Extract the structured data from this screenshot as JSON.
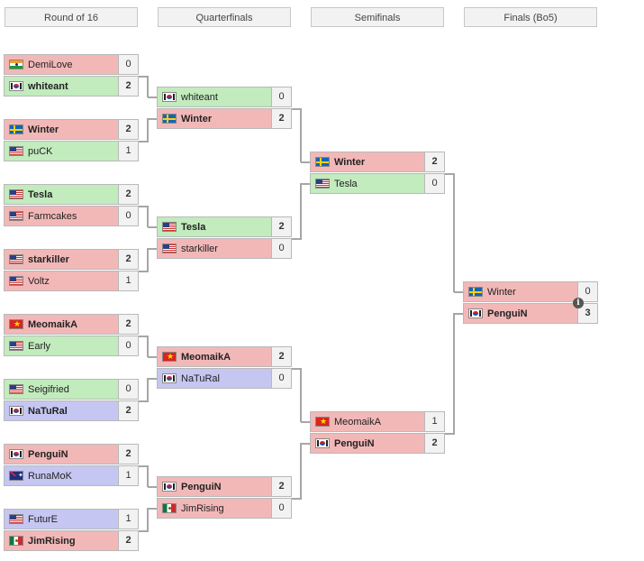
{
  "colors": {
    "win_green": "#c2ebbe",
    "loss_red": "#f2b8b8",
    "neutral_blue": "#c6c6f2",
    "score_bg": "#f2f2f2",
    "connector": "#a6a6a6"
  },
  "rounds": [
    {
      "label": "Round of 16",
      "matches": [
        {
          "players": [
            {
              "name": "DemiLove",
              "flag": "india-flag",
              "score": "0",
              "win": false,
              "bg": "#f2b8b8"
            },
            {
              "name": "whiteant",
              "flag": "korea-flag",
              "score": "2",
              "win": true,
              "bg": "#c2ebbe"
            }
          ]
        },
        {
          "players": [
            {
              "name": "Winter",
              "flag": "sweden-flag",
              "score": "2",
              "win": true,
              "bg": "#f2b8b8"
            },
            {
              "name": "puCK",
              "flag": "usa-flag",
              "score": "1",
              "win": false,
              "bg": "#c2ebbe"
            }
          ]
        },
        {
          "players": [
            {
              "name": "Tesla",
              "flag": "usa-flag",
              "score": "2",
              "win": true,
              "bg": "#c2ebbe"
            },
            {
              "name": "Farmcakes",
              "flag": "usa-flag",
              "score": "0",
              "win": false,
              "bg": "#f2b8b8"
            }
          ]
        },
        {
          "players": [
            {
              "name": "starkiller",
              "flag": "usa-flag",
              "score": "2",
              "win": true,
              "bg": "#f2b8b8"
            },
            {
              "name": "Voltz",
              "flag": "usa-flag",
              "score": "1",
              "win": false,
              "bg": "#f2b8b8"
            }
          ]
        },
        {
          "players": [
            {
              "name": "MeomaikA",
              "flag": "vietnam-flag",
              "score": "2",
              "win": true,
              "bg": "#f2b8b8"
            },
            {
              "name": "Early",
              "flag": "usa-flag",
              "score": "0",
              "win": false,
              "bg": "#c2ebbe"
            }
          ]
        },
        {
          "players": [
            {
              "name": "Seigifried",
              "flag": "usa-flag",
              "score": "0",
              "win": false,
              "bg": "#c2ebbe"
            },
            {
              "name": "NaTuRal",
              "flag": "korea-flag",
              "score": "2",
              "win": true,
              "bg": "#c6c6f2"
            }
          ]
        },
        {
          "players": [
            {
              "name": "PenguiN",
              "flag": "korea-flag",
              "score": "2",
              "win": true,
              "bg": "#f2b8b8"
            },
            {
              "name": "RunaMoK",
              "flag": "australia-flag",
              "score": "1",
              "win": false,
              "bg": "#c6c6f2"
            }
          ]
        },
        {
          "players": [
            {
              "name": "FuturE",
              "flag": "usa-flag",
              "score": "1",
              "win": false,
              "bg": "#c6c6f2"
            },
            {
              "name": "JimRising",
              "flag": "mexico-flag",
              "score": "2",
              "win": true,
              "bg": "#f2b8b8"
            }
          ]
        }
      ]
    },
    {
      "label": "Quarterfinals",
      "matches": [
        {
          "players": [
            {
              "name": "whiteant",
              "flag": "korea-flag",
              "score": "0",
              "win": false,
              "bg": "#c2ebbe"
            },
            {
              "name": "Winter",
              "flag": "sweden-flag",
              "score": "2",
              "win": true,
              "bg": "#f2b8b8"
            }
          ]
        },
        {
          "players": [
            {
              "name": "Tesla",
              "flag": "usa-flag",
              "score": "2",
              "win": true,
              "bg": "#c2ebbe"
            },
            {
              "name": "starkiller",
              "flag": "usa-flag",
              "score": "0",
              "win": false,
              "bg": "#f2b8b8"
            }
          ]
        },
        {
          "players": [
            {
              "name": "MeomaikA",
              "flag": "vietnam-flag",
              "score": "2",
              "win": true,
              "bg": "#f2b8b8"
            },
            {
              "name": "NaTuRal",
              "flag": "korea-flag",
              "score": "0",
              "win": false,
              "bg": "#c6c6f2"
            }
          ]
        },
        {
          "players": [
            {
              "name": "PenguiN",
              "flag": "korea-flag",
              "score": "2",
              "win": true,
              "bg": "#f2b8b8"
            },
            {
              "name": "JimRising",
              "flag": "mexico-flag",
              "score": "0",
              "win": false,
              "bg": "#f2b8b8"
            }
          ]
        }
      ]
    },
    {
      "label": "Semifinals",
      "matches": [
        {
          "players": [
            {
              "name": "Winter",
              "flag": "sweden-flag",
              "score": "2",
              "win": true,
              "bg": "#f2b8b8"
            },
            {
              "name": "Tesla",
              "flag": "usa-flag",
              "score": "0",
              "win": false,
              "bg": "#c2ebbe"
            }
          ]
        },
        {
          "players": [
            {
              "name": "MeomaikA",
              "flag": "vietnam-flag",
              "score": "1",
              "win": false,
              "bg": "#f2b8b8"
            },
            {
              "name": "PenguiN",
              "flag": "korea-flag",
              "score": "2",
              "win": true,
              "bg": "#f2b8b8"
            }
          ]
        }
      ]
    },
    {
      "label": "Finals (Bo5)",
      "matches": [
        {
          "players": [
            {
              "name": "Winter",
              "flag": "sweden-flag",
              "score": "0",
              "win": false,
              "bg": "#f2b8b8"
            },
            {
              "name": "PenguiN",
              "flag": "korea-flag",
              "score": "3",
              "win": true,
              "bg": "#f2b8b8"
            }
          ],
          "info_icon": "info-icon"
        }
      ]
    }
  ]
}
